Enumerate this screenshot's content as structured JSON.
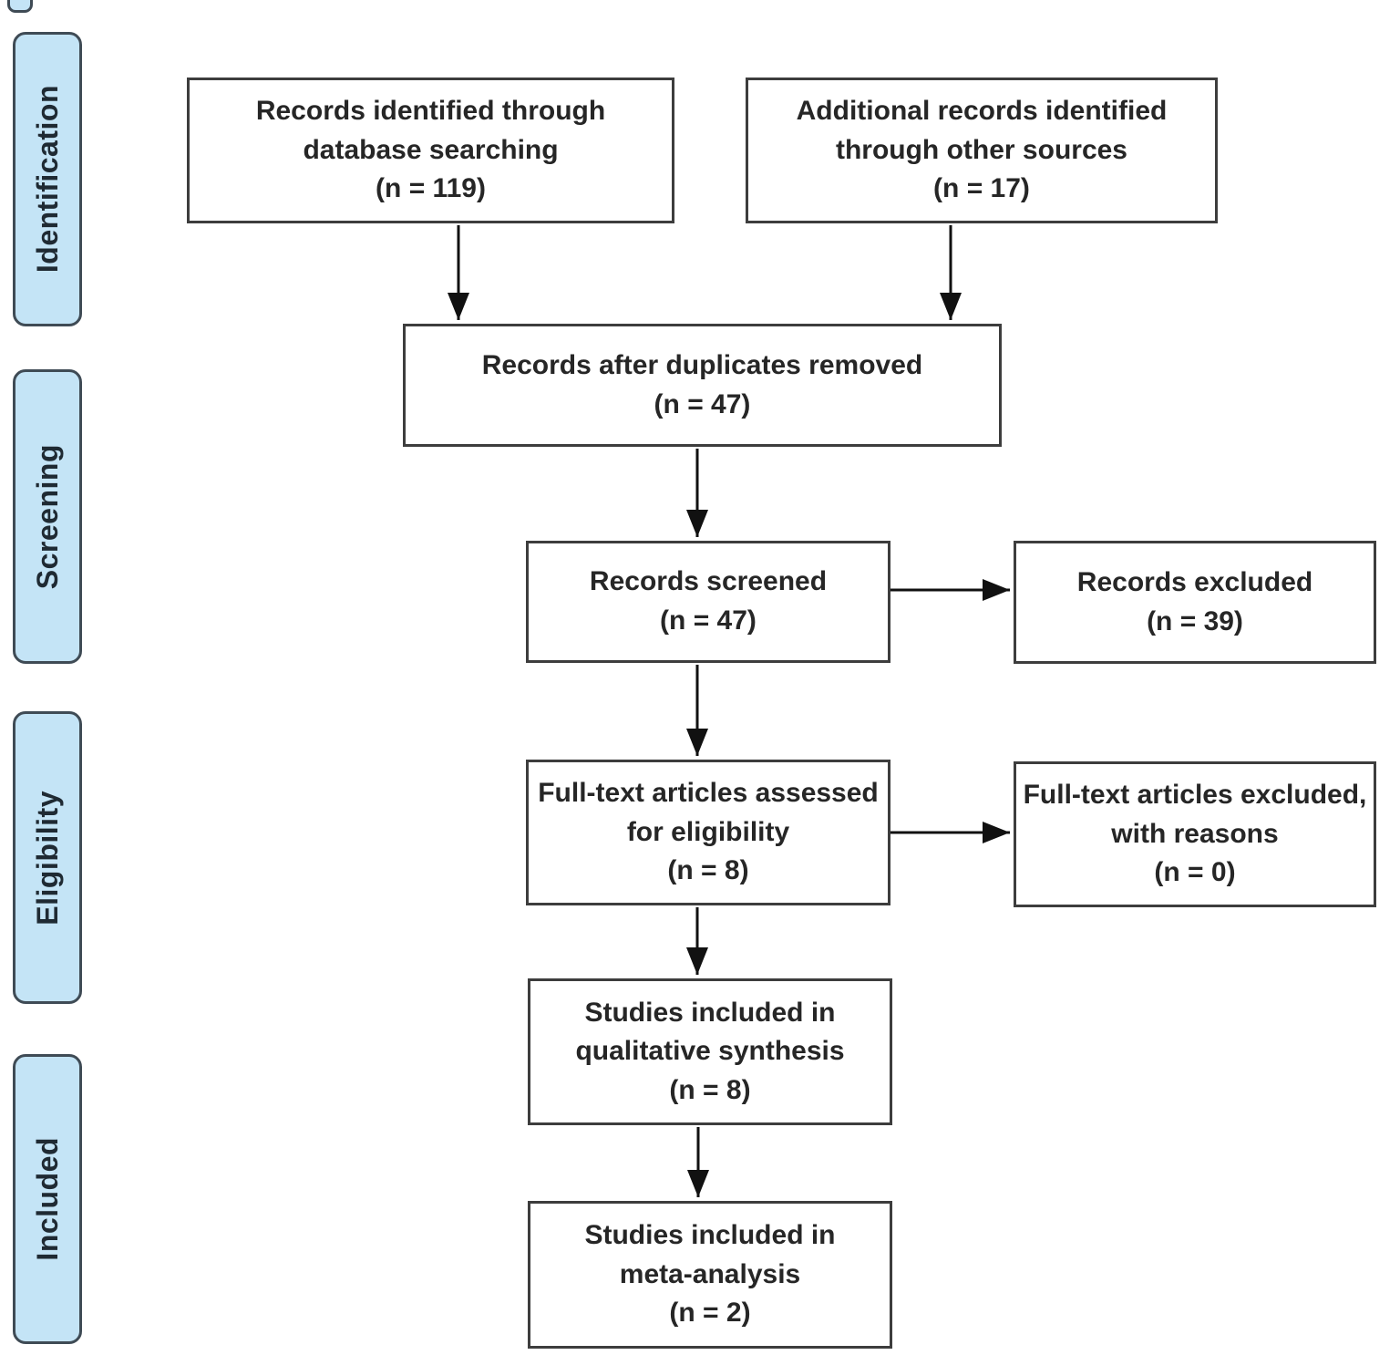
{
  "colors": {
    "stage_fill": "#c4e4f6",
    "stage_border": "#3f4b55",
    "box_border": "#3d3d3d",
    "text": "#262626",
    "arrow": "#111111",
    "background": "#ffffff"
  },
  "sidebar": {
    "stages": [
      {
        "label": "Identification"
      },
      {
        "label": "Screening"
      },
      {
        "label": "Eligibility"
      },
      {
        "label": "Included"
      }
    ]
  },
  "boxes": {
    "identified": {
      "text": "Records identified through\ndatabase searching\n(n = 119)"
    },
    "additional": {
      "text": "Additional records identified\nthrough other sources\n(n = 17)"
    },
    "duplicates_removed": {
      "text": "Records after duplicates removed\n(n = 47)"
    },
    "screened": {
      "text": "Records screened\n(n = 47)"
    },
    "records_excluded": {
      "text": "Records excluded\n(n = 39)"
    },
    "fulltext_assessed": {
      "text": "Full-text articles assessed\nfor eligibility\n(n = 8)"
    },
    "fulltext_excluded": {
      "text": "Full-text articles excluded,\nwith reasons\n(n = 0)"
    },
    "qualitative_synthesis": {
      "text": "Studies included in\nqualitative synthesis\n(n = 8)"
    },
    "meta_analysis": {
      "text": "Studies included in\nmeta-analysis\n(n = 2)"
    }
  }
}
